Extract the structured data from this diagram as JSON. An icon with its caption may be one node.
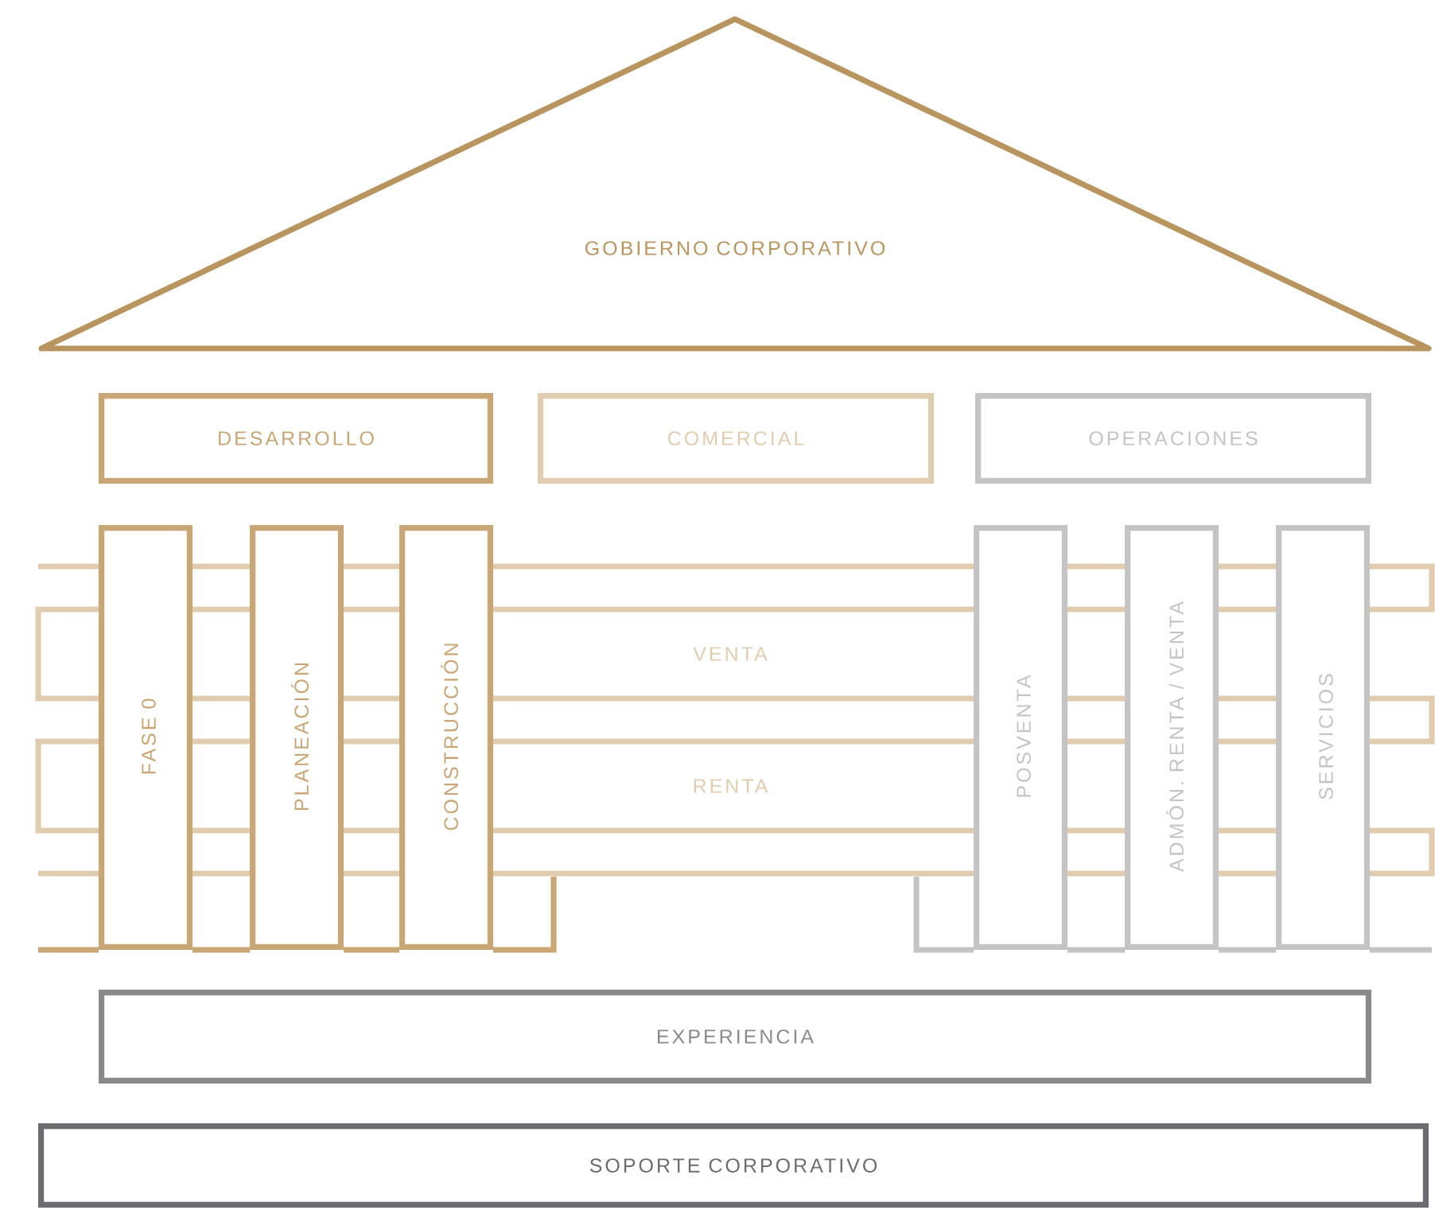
{
  "diagram": {
    "nodes": [
      {
        "text": [
          "GOBIERNO CORPORATIVO"
        ]
      },
      {
        "text": [
          "DESARROLLO"
        ]
      },
      {
        "text": [
          "COMERCIAL"
        ]
      },
      {
        "text": [
          "OPERACIONES"
        ]
      },
      {
        "text": [
          "FASE 0"
        ]
      },
      {
        "text": [
          "PLANEACIÓN"
        ]
      },
      {
        "text": [
          "CONSTRUCCIÓN"
        ]
      },
      {
        "text": [
          "VENTA"
        ]
      },
      {
        "text": [
          "RENTA"
        ]
      },
      {
        "text": [
          "POSVENTA"
        ]
      },
      {
        "text": [
          "ADMÓN. RENTA / VENTA"
        ]
      },
      {
        "text": [
          "SERVICIOS"
        ]
      },
      {
        "text": [
          "EXPERIENCIA"
        ]
      },
      {
        "text": [
          "SOPORTE CORPORATIVO"
        ]
      }
    ]
  }
}
